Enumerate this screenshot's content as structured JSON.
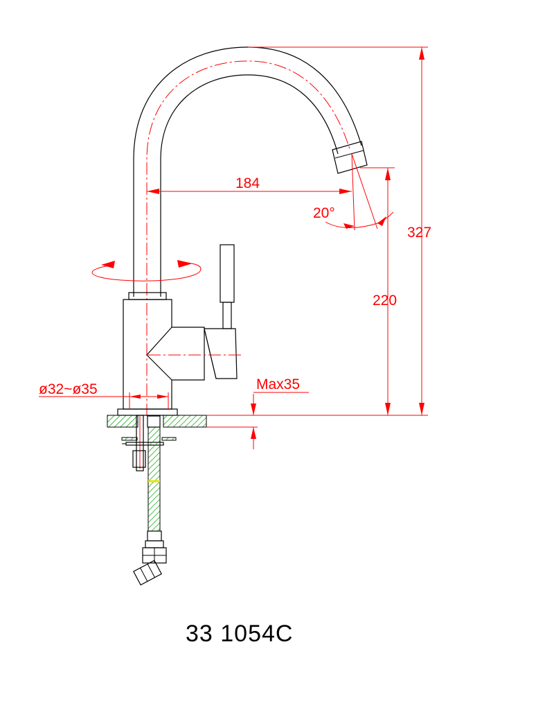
{
  "dimensions": {
    "spout_reach": "184",
    "total_height": "327",
    "spout_height": "220",
    "angle": "20°",
    "hole_diameter": "ø32~ø35",
    "max_thickness": "Max35"
  },
  "model_number": "33 1054C",
  "colors": {
    "outline": "#000000",
    "dimension": "#ff0000",
    "hatch": "#00a000",
    "hose_band": "#e6e600"
  },
  "icons": {
    "rotation": "swivel-rotation-arrows-icon"
  }
}
